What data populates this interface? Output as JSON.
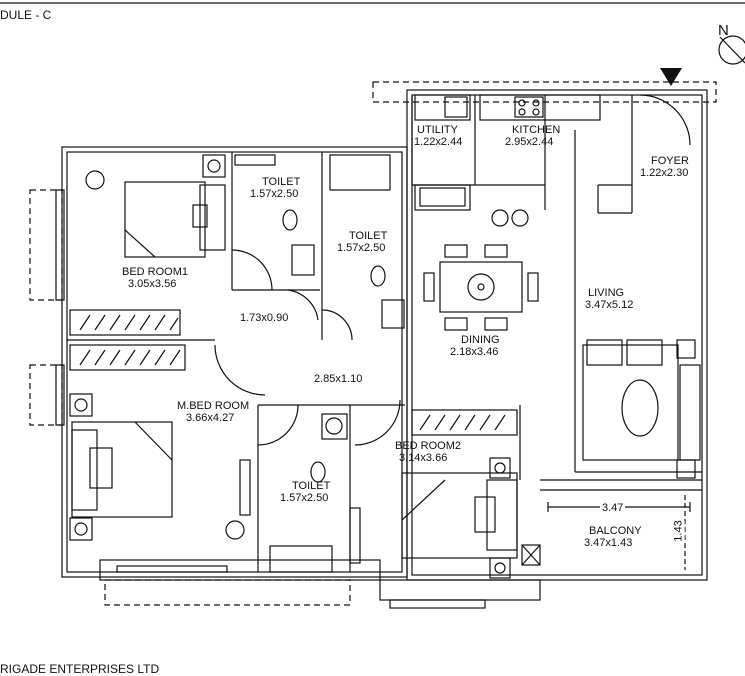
{
  "header": {
    "module_label": "DULE - C"
  },
  "north": {
    "letter": "N"
  },
  "rooms": {
    "utility": {
      "name": "UTILITY",
      "size": "1.22x2.44"
    },
    "kitchen": {
      "name": "KITCHEN",
      "size": "2.95x2.44"
    },
    "foyer": {
      "name": "FOYER",
      "size": "1.22x2.30"
    },
    "toilet1": {
      "name": "TOILET",
      "size": "1.57x2.50"
    },
    "toilet2": {
      "name": "TOILET",
      "size": "1.57x2.50"
    },
    "toilet3": {
      "name": "TOILET",
      "size": "1.57x2.50"
    },
    "bedroom1": {
      "name": "BED ROOM1",
      "size": "3.05x3.56"
    },
    "passage1": {
      "size": "1.73x0.90"
    },
    "passage2": {
      "size": "2.85x1.10"
    },
    "dining": {
      "name": "DINING",
      "size": "2.18x3.46"
    },
    "living": {
      "name": "LIVING",
      "size": "3.47x5.12"
    },
    "mbedroom": {
      "name": "M.BED ROOM",
      "size": "3.66x4.27"
    },
    "bedroom2": {
      "name": "BED ROOM2",
      "size": "3.14x3.66"
    },
    "balcony": {
      "name": "BALCONY",
      "size": "3.47x1.43"
    }
  },
  "dimensions": {
    "balcony_width": "3.47",
    "balcony_depth": "1.43"
  },
  "footer": {
    "company": "RIGADE ENTERPRISES LTD"
  }
}
